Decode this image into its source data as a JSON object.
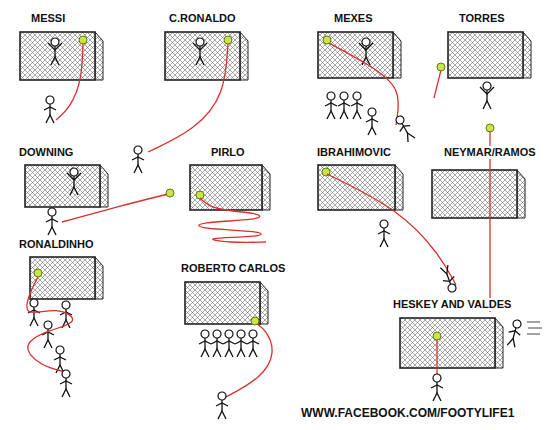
{
  "diagram": {
    "labels": [
      "MESSI",
      "C.RONALDO",
      "MEXES",
      "TORRES",
      "DOWNING",
      "PIRLO",
      "IBRAHIMOVIC",
      "NEYMAR/RAMOS",
      "RONALDINHO",
      "ROBERTO CARLOS",
      "HESKEY AND VALDES",
      "WWW.FACEBOOK.COM/FOOTYLIFE1"
    ]
  }
}
